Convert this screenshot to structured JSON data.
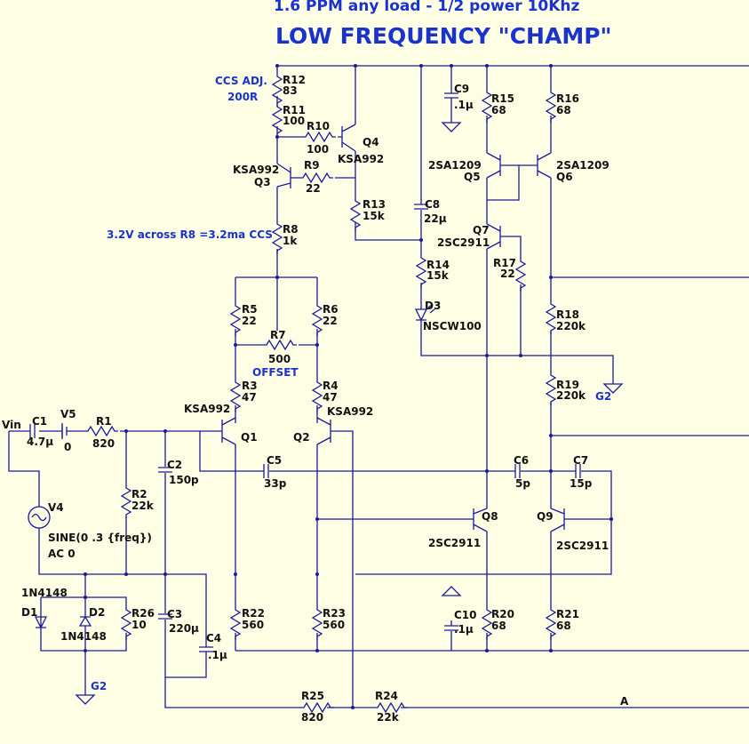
{
  "title_line1": "1.6 PPM  any load - 1/2 power 10Khz",
  "title_line2": "LOW FREQUENCY \"CHAMP\"",
  "notes": {
    "ccs_adj": "CCS ADJ.",
    "ccs_adj_value": "200R",
    "r8_note": "3.2V across R8 =3.2ma CCS",
    "offset": "OFFSET"
  },
  "source": {
    "name": "V4",
    "spec": "SINE(0 .3 {freq})",
    "ac": "AC 0"
  },
  "net_labels": {
    "input": "Vin",
    "output": "A",
    "ground_1": "G2",
    "ground_2": "G2"
  },
  "components": [
    {
      "ref": "R12",
      "value": "83"
    },
    {
      "ref": "R11",
      "value": "100"
    },
    {
      "ref": "R10",
      "value": "100"
    },
    {
      "ref": "R9",
      "value": "22"
    },
    {
      "ref": "R13",
      "value": "15k"
    },
    {
      "ref": "R8",
      "value": "1k"
    },
    {
      "ref": "R5",
      "value": "22"
    },
    {
      "ref": "R6",
      "value": "22"
    },
    {
      "ref": "R7",
      "value": "500"
    },
    {
      "ref": "R3",
      "value": "47"
    },
    {
      "ref": "R4",
      "value": "47"
    },
    {
      "ref": "R1",
      "value": "820"
    },
    {
      "ref": "R2",
      "value": "22k"
    },
    {
      "ref": "R26",
      "value": "10"
    },
    {
      "ref": "R22",
      "value": "560"
    },
    {
      "ref": "R23",
      "value": "560"
    },
    {
      "ref": "R25",
      "value": "820"
    },
    {
      "ref": "R24",
      "value": "22k"
    },
    {
      "ref": "R14",
      "value": "15k"
    },
    {
      "ref": "R15",
      "value": "68"
    },
    {
      "ref": "R16",
      "value": "68"
    },
    {
      "ref": "R17",
      "value": "22"
    },
    {
      "ref": "R18",
      "value": "220k"
    },
    {
      "ref": "R19",
      "value": "220k"
    },
    {
      "ref": "R20",
      "value": "68"
    },
    {
      "ref": "R21",
      "value": "68"
    },
    {
      "ref": "C1",
      "value": "4.7µ"
    },
    {
      "ref": "C2",
      "value": "150p"
    },
    {
      "ref": "C3",
      "value": "220µ"
    },
    {
      "ref": "C4",
      "value": ".1µ"
    },
    {
      "ref": "C5",
      "value": "33p"
    },
    {
      "ref": "C6",
      "value": "5p"
    },
    {
      "ref": "C7",
      "value": "15p"
    },
    {
      "ref": "C8",
      "value": "22µ"
    },
    {
      "ref": "C9",
      "value": ".1µ"
    },
    {
      "ref": "C10",
      "value": ".1µ"
    },
    {
      "ref": "V5",
      "value": "0"
    },
    {
      "ref": "Q1",
      "value": "KSA992"
    },
    {
      "ref": "Q2",
      "value": "KSA992"
    },
    {
      "ref": "Q3",
      "value": "KSA992"
    },
    {
      "ref": "Q4",
      "value": "KSA992"
    },
    {
      "ref": "Q5",
      "value": "2SA1209"
    },
    {
      "ref": "Q6",
      "value": "2SA1209"
    },
    {
      "ref": "Q7",
      "value": "2SC2911"
    },
    {
      "ref": "Q8",
      "value": "2SC2911"
    },
    {
      "ref": "Q9",
      "value": "2SC2911"
    },
    {
      "ref": "D1",
      "value": "1N4148"
    },
    {
      "ref": "D2",
      "value": "1N4148"
    },
    {
      "ref": "D3",
      "value": "NSCW100"
    }
  ]
}
